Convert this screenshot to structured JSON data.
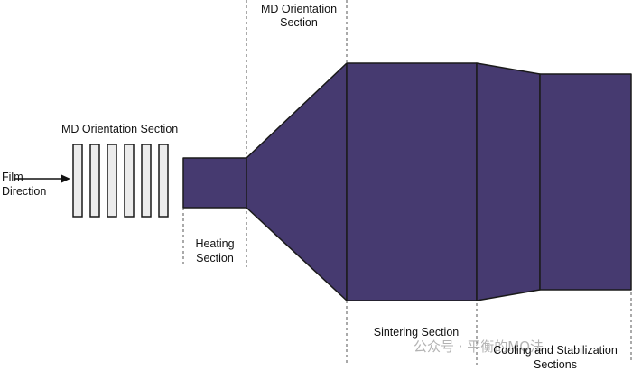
{
  "labels": {
    "film_direction_line1": "Film",
    "film_direction_line2": "Direction",
    "md_orientation_left": "MD Orientation Section",
    "md_orientation_top_line1": "MD Orientation",
    "md_orientation_top_line2": "Section",
    "heating_line1": "Heating",
    "heating_line2": "Section",
    "sintering": "Sintering Section",
    "cooling_line1": "Cooling and Stabilization",
    "cooling_line2": "Sections"
  },
  "watermark": "公众号 · 平衡的MO法",
  "colors": {
    "body_fill": "#463a70",
    "outline": "#1a1a1a",
    "roller_fill": "#ececec"
  },
  "roller_count": 6
}
